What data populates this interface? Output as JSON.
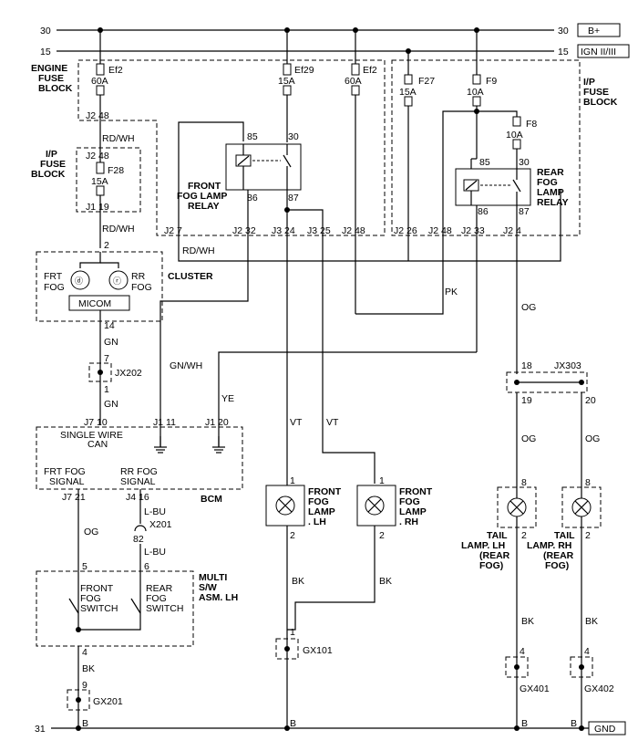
{
  "rails": {
    "b_plus": {
      "num": "30",
      "name": "B+"
    },
    "ign": {
      "num": "15",
      "name": "IGN II/III"
    },
    "gnd": {
      "num": "31",
      "name": "GND"
    }
  },
  "engine_fuse_block": {
    "title": [
      "ENGINE",
      "FUSE",
      "BLOCK"
    ],
    "ef2a": {
      "name": "Ef2",
      "rating": "60A"
    },
    "ef29": {
      "name": "Ef29",
      "rating": "15A"
    },
    "ef2b": {
      "name": "Ef2",
      "rating": "60A"
    },
    "pins": {
      "j2_48": "J2 48",
      "j2_7": "J2 7",
      "j2_32": "J2 32",
      "j3_24": "J3 24",
      "j3_25": "J3 25",
      "j2_48b": "J2 48"
    }
  },
  "ip_fuse_block_left": {
    "title": [
      "I/P",
      "FUSE",
      "BLOCK"
    ],
    "fuse": {
      "name": "F28",
      "rating": "15A"
    },
    "pin_top": "J2 48",
    "pin_bottom": "J1 19"
  },
  "ip_fuse_block_right": {
    "title": [
      "I/P",
      "FUSE",
      "BLOCK"
    ],
    "f27": {
      "name": "F27",
      "rating": "15A"
    },
    "f9": {
      "name": "F9",
      "rating": "10A"
    },
    "f8": {
      "name": "F8",
      "rating": "10A"
    },
    "pins": {
      "j2_26": "J2 26",
      "j2_48": "J2 48",
      "j2_33": "J2 33",
      "j2_4": "J2 4"
    }
  },
  "front_relay": {
    "label": [
      "FRONT",
      "FOG LAMP",
      "RELAY"
    ],
    "pins": {
      "p85": "85",
      "p30": "30",
      "p86": "86",
      "p87": "87"
    }
  },
  "rear_relay": {
    "label": [
      "REAR",
      "FOG",
      "LAMP",
      "RELAY"
    ],
    "pins": {
      "p85": "85",
      "p30": "30",
      "p86": "86",
      "p87": "87"
    }
  },
  "cluster": {
    "label": "CLUSTER",
    "frt": [
      "FRT",
      "FOG"
    ],
    "rr": [
      "RR",
      "FOG"
    ],
    "micom": "MICOM",
    "pin_in": "2",
    "pin_out": "14"
  },
  "bcm": {
    "label": "BCM",
    "single_wire": [
      "SINGLE WIRE",
      "CAN"
    ],
    "frt_signal": [
      "FRT FOG",
      "SIGNAL"
    ],
    "rr_signal": [
      "RR FOG",
      "SIGNAL"
    ],
    "pins": {
      "j7_10": "J7 10",
      "j1_11": "J1 11",
      "j1_20": "J1 20",
      "j7_21": "J7 21",
      "j4_16": "J4 16"
    }
  },
  "multi_switch": {
    "label": [
      "MULTI",
      "S/W",
      "ASM. LH"
    ],
    "front": [
      "FRONT",
      "FOG",
      "SWITCH"
    ],
    "rear": [
      "REAR",
      "FOG",
      "SWITCH"
    ],
    "pin5": "5",
    "pin6": "6",
    "pin4": "4"
  },
  "connectors": {
    "jx202": {
      "name": "JX202",
      "top": "7",
      "bottom": "1"
    },
    "x201": {
      "name": "X201",
      "pin": "82"
    },
    "jx303": {
      "name": "JX303",
      "p18": "18",
      "p19": "19",
      "p20": "20"
    },
    "gx101": {
      "name": "GX101",
      "pin": "1"
    },
    "gx201": {
      "name": "GX201",
      "pin": "9"
    },
    "gx401": {
      "name": "GX401",
      "pin": "4"
    },
    "gx402": {
      "name": "GX402",
      "pin": "4"
    }
  },
  "lamps": {
    "ff_lh": {
      "label": [
        "FRONT",
        "FOG",
        "LAMP",
        ". LH"
      ],
      "p1": "1",
      "p2": "2"
    },
    "ff_rh": {
      "label": [
        "FRONT",
        "FOG",
        "LAMP",
        ". RH"
      ],
      "p1": "1",
      "p2": "2"
    },
    "tail_lh": {
      "label": [
        "TAIL",
        "LAMP. LH",
        "(REAR",
        "FOG)"
      ],
      "p8": "8",
      "p2": "2"
    },
    "tail_rh": {
      "label": [
        "TAIL",
        "LAMP. RH",
        "(REAR",
        "FOG)"
      ],
      "p8": "8",
      "p2": "2"
    }
  },
  "wires": {
    "rdwh": "RD/WH",
    "gn": "GN",
    "gnwh": "GN/WH",
    "ye": "YE",
    "vt": "VT",
    "pk": "PK",
    "og": "OG",
    "bk": "BK",
    "lbu": "L-BU"
  },
  "ground_pin": "B"
}
